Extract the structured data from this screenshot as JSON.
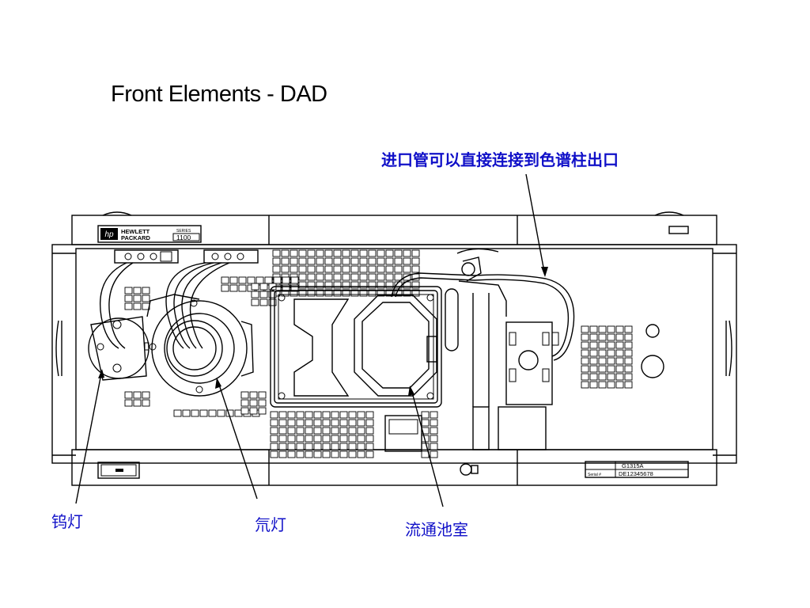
{
  "title": "Front Elements - DAD",
  "labels": {
    "inlet": "进口管可以直接连接到色谱柱出口",
    "tungsten_lamp": "钨灯",
    "deuterium_lamp": "氘灯",
    "flow_cell": "流通池室"
  },
  "instrument": {
    "brand_line1": "HEWLETT",
    "brand_line2": "PACKARD",
    "series_label": "SERIES",
    "series_number": "1100",
    "model": "G1315A",
    "serial_label": "Serial #",
    "serial_number": "DE12345678"
  },
  "colors": {
    "label_blue": "#1010c8",
    "line": "#000000"
  }
}
